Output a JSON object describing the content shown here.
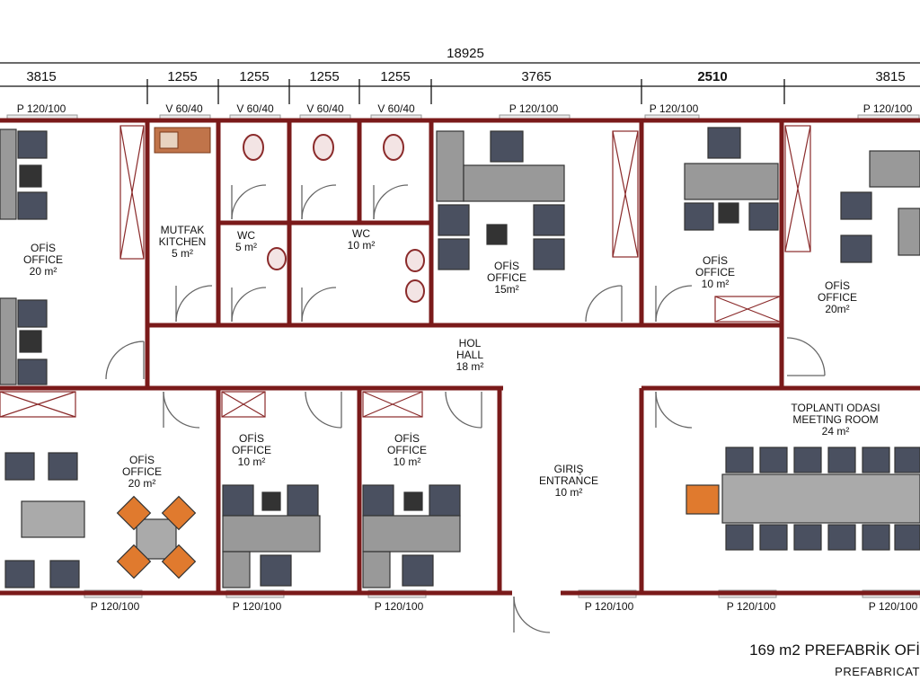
{
  "dimensions": {
    "total": "18925",
    "segments": [
      "3815",
      "1255",
      "1255",
      "1255",
      "1255",
      "3765",
      "2510",
      "3815"
    ]
  },
  "windows_top": [
    "P 120/100",
    "V 60/40",
    "V 60/40",
    "V 60/40",
    "V 60/40",
    "P 120/100",
    "P 120/100",
    "P 120/100"
  ],
  "windows_bottom": [
    "P 120/100",
    "P 120/100",
    "P 120/100",
    "P 120/100",
    "P 120/100",
    "P 120/100"
  ],
  "rooms": {
    "office_a": {
      "l1": "OFİS",
      "l2": "OFFICE",
      "l3": "20 m²"
    },
    "kitchen": {
      "l1": "MUTFAK",
      "l2": "KITCHEN",
      "l3": "5 m²"
    },
    "wc_a": {
      "l1": "WC",
      "l2": "5 m²"
    },
    "wc_b": {
      "l1": "WC",
      "l2": "10 m²"
    },
    "office_b": {
      "l1": "OFİS",
      "l2": "OFFICE",
      "l3": "15m²"
    },
    "office_c": {
      "l1": "OFİS",
      "l2": "OFFICE",
      "l3": "10 m²"
    },
    "office_d": {
      "l1": "OFİS",
      "l2": "OFFICE",
      "l3": "20m²"
    },
    "hall": {
      "l1": "HOL",
      "l2": "HALL",
      "l3": "18 m²"
    },
    "office_e": {
      "l1": "OFİS",
      "l2": "OFFICE",
      "l3": "20 m²"
    },
    "office_f": {
      "l1": "OFİS",
      "l2": "OFFICE",
      "l3": "10 m²"
    },
    "office_g": {
      "l1": "OFİS",
      "l2": "OFFICE",
      "l3": "10 m²"
    },
    "entrance": {
      "l1": "GIRIŞ",
      "l2": "ENTRANCE",
      "l3": "10 m²"
    },
    "meeting": {
      "l1": "TOPLANTI ODASI",
      "l2": "MEETING ROOM",
      "l3": "24 m²"
    }
  },
  "title": "169 m2 PREFABRİK OFİ",
  "subtitle": "PREFABRICAT",
  "colors": {
    "wall": "#7a1a1a",
    "furniture": "#555555",
    "accent": "#e07a2e"
  }
}
